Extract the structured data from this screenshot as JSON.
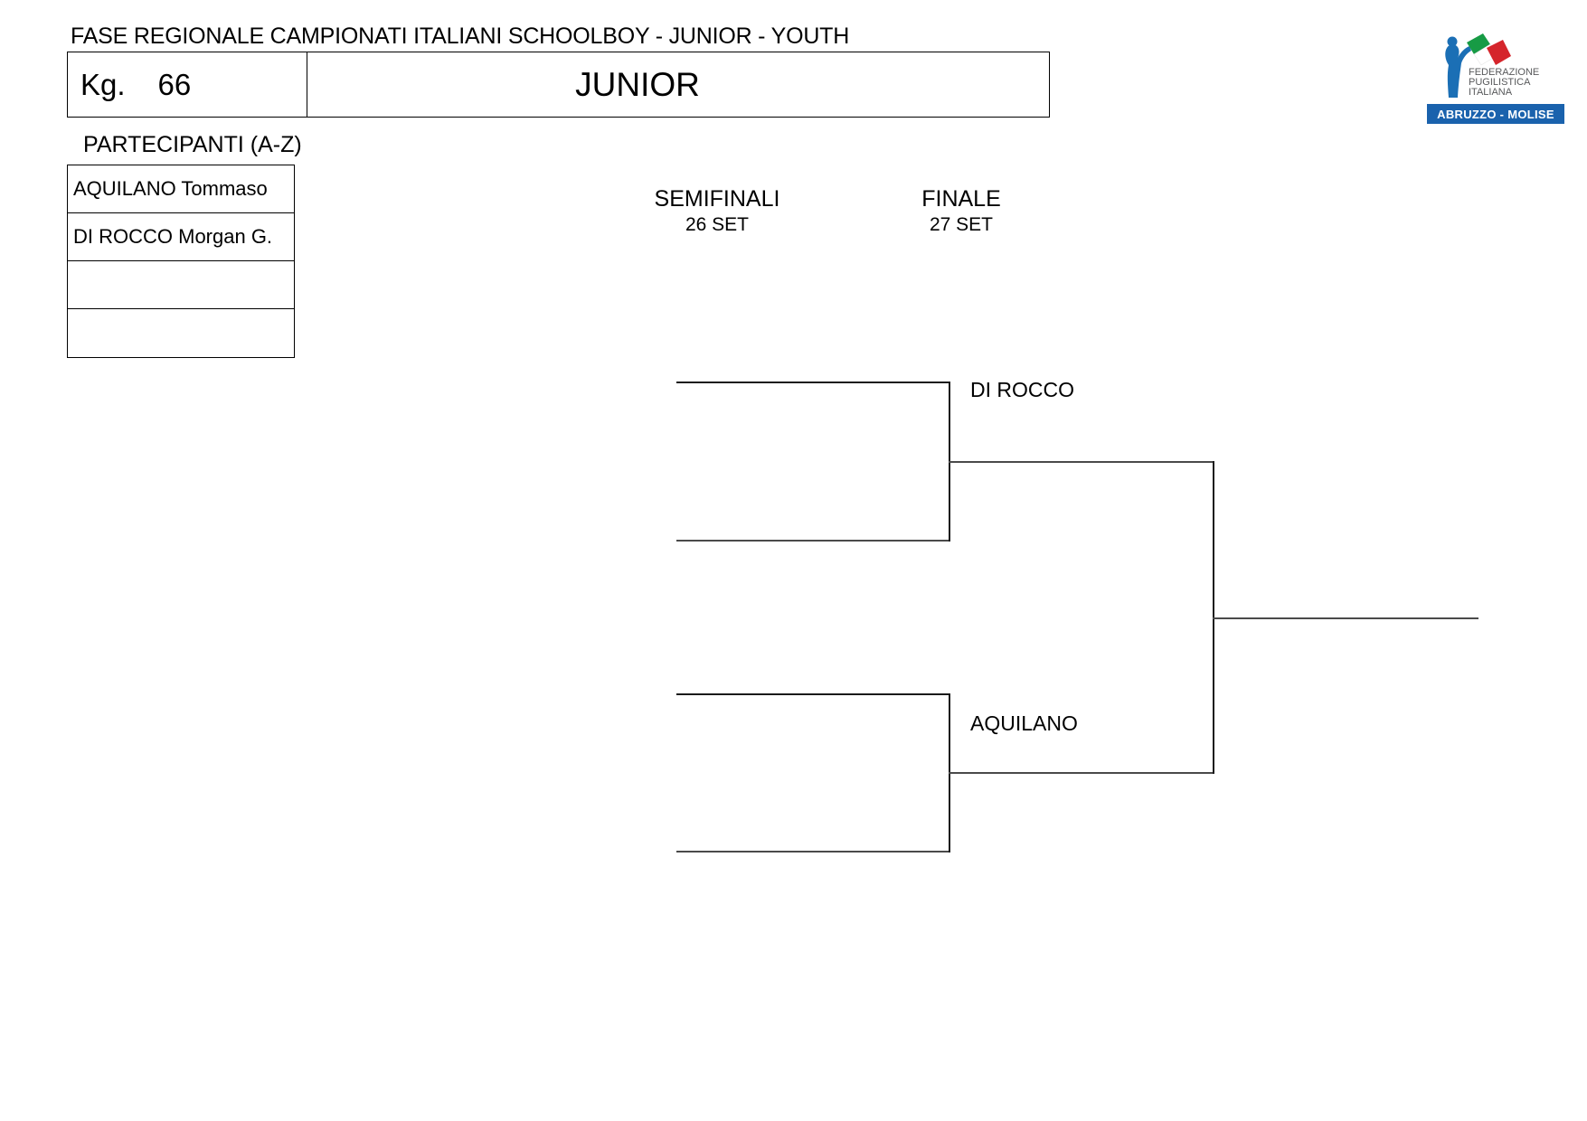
{
  "document": {
    "title": "FASE REGIONALE CAMPIONATI ITALIANI SCHOOLBOY - JUNIOR - YOUTH"
  },
  "header": {
    "weight_label": "Kg.",
    "weight_value": "66",
    "category": "JUNIOR"
  },
  "logo": {
    "federation_line1": "FEDERAZIONE",
    "federation_line2": "PUGILISTICA",
    "federation_line3": "ITALIANA",
    "region_banner": "ABRUZZO - MOLISE",
    "colors": {
      "banner_blue": "#1a62ad",
      "flag_green": "#179b45",
      "flag_white": "#ffffff",
      "flag_red": "#d5252b",
      "figure_blue": "#1b6fb5",
      "text_gray": "#58595b"
    }
  },
  "participants": {
    "title": "PARTECIPANTI (A-Z)",
    "rows": [
      {
        "name": "AQUILANO Tommaso"
      },
      {
        "name": "DI ROCCO Morgan G."
      },
      {
        "name": ""
      },
      {
        "name": ""
      }
    ]
  },
  "bracket": {
    "rounds": [
      {
        "name": "SEMIFINALI",
        "schedule": "26 SET"
      },
      {
        "name": "FINALE",
        "schedule": "27 SET"
      }
    ],
    "semifinal_top": {
      "competitor_upper": "",
      "competitor_lower": "",
      "winner": "DI ROCCO"
    },
    "semifinal_bottom": {
      "competitor_upper": "",
      "competitor_lower": "",
      "winner": "AQUILANO"
    },
    "final": {
      "winner": ""
    }
  }
}
